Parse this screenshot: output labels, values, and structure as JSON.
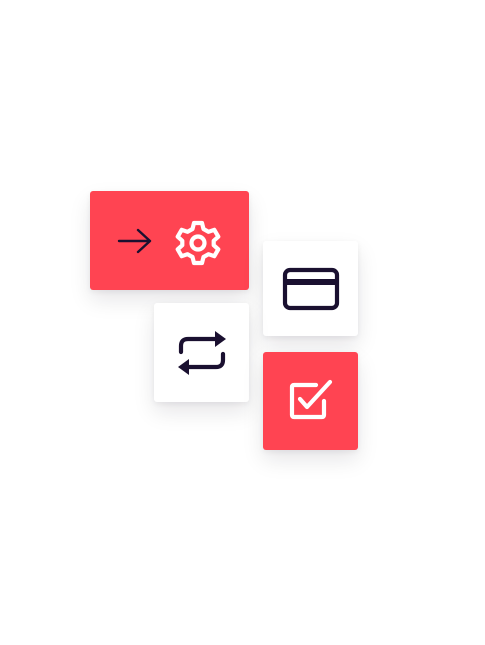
{
  "colors": {
    "accent": "#FF4452",
    "dark": "#1A1030",
    "surface": "#FFFFFF"
  },
  "tiles": [
    {
      "name": "settings-tile",
      "style": "accent",
      "icons": [
        "arrow-right-icon",
        "gear-icon"
      ]
    },
    {
      "name": "card-tile",
      "style": "surface",
      "icons": [
        "credit-card-icon"
      ]
    },
    {
      "name": "sync-tile",
      "style": "surface",
      "icons": [
        "sync-icon"
      ]
    },
    {
      "name": "check-tile",
      "style": "accent",
      "icons": [
        "checkbox-checked-icon"
      ]
    }
  ]
}
